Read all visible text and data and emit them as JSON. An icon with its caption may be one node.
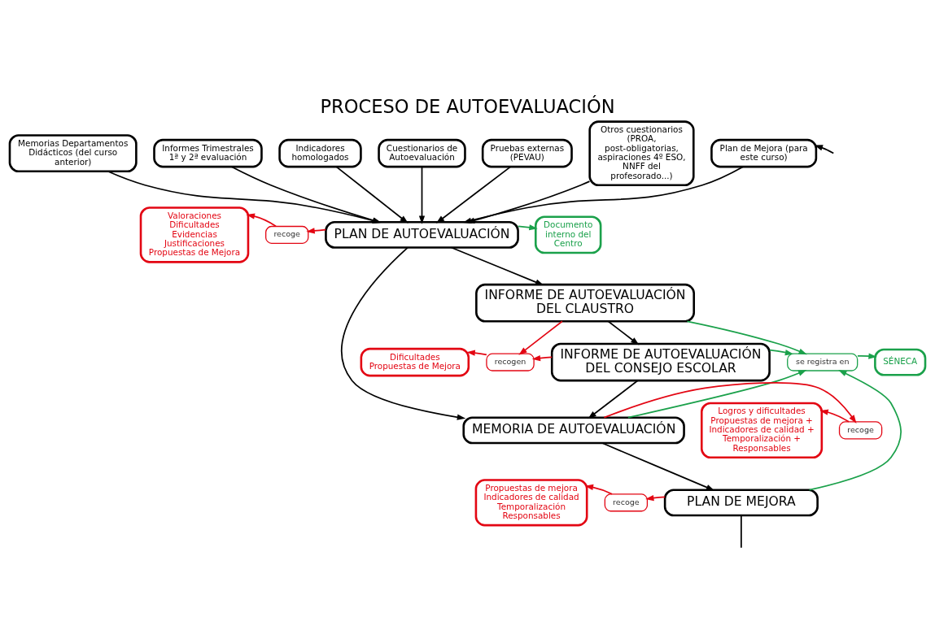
{
  "diagram": {
    "title": "PROCESO DE AUTOEVALUACIÓN",
    "nodes": [
      {
        "text": [
          "Memorias Departamentos Didácticos (del curso anterior)"
        ]
      },
      {
        "text": [
          "Informes Trimestrales 1ª y 2ª evaluación"
        ]
      },
      {
        "text": [
          "Indicadores homologados"
        ]
      },
      {
        "text": [
          "Cuestionarios de Autoevaluación"
        ]
      },
      {
        "text": [
          "Pruebas externas (PEVAU)"
        ]
      },
      {
        "text": [
          "Otros cuestionarios (PROA, post-obligatorias, aspiraciones 4º ESO, NNFF del profesorado...)"
        ]
      },
      {
        "text": [
          "Plan de Mejora (para este curso)"
        ]
      },
      {
        "text": [
          "PLAN DE AUTOEVALUACIÓN"
        ]
      },
      {
        "text": [
          "recoge"
        ]
      },
      {
        "text": [
          "Valoraciones",
          "Dificultades",
          "Evidencias",
          "Justificaciones",
          "Propuestas de Mejora"
        ]
      },
      {
        "text": [
          "Documento interno del Centro"
        ]
      },
      {
        "text": [
          "INFORME DE AUTOEVALUACIÓN DEL CLAUSTRO"
        ]
      },
      {
        "text": [
          "recogen"
        ]
      },
      {
        "text": [
          "Dificultades",
          "Propuestas de Mejora"
        ]
      },
      {
        "text": [
          "INFORME DE AUTOEVALUACIÓN DEL CONSEJO ESCOLAR"
        ]
      },
      {
        "text": [
          "se registra en"
        ]
      },
      {
        "text": [
          "SÉNECA"
        ]
      },
      {
        "text": [
          "MEMORIA DE AUTOEVALUACIÓN"
        ]
      },
      {
        "text": [
          "recoge"
        ]
      },
      {
        "text": [
          "Logros y dificultades",
          "Propuestas de mejora + Indicadores de calidad + Temporalización + Responsables"
        ]
      },
      {
        "text": [
          "PLAN DE MEJORA"
        ]
      },
      {
        "text": [
          "recoge"
        ]
      },
      {
        "text": [
          "Propuestas de mejora",
          "Indicadores de calidad",
          "Temporalización",
          "Responsables"
        ]
      }
    ],
    "edges": [
      {
        "from": 0,
        "to": 7,
        "arrow": "to"
      },
      {
        "from": 1,
        "to": 7,
        "arrow": "to"
      },
      {
        "from": 2,
        "to": 7,
        "arrow": "to"
      },
      {
        "from": 3,
        "to": 7,
        "arrow": "to"
      },
      {
        "from": 4,
        "to": 7,
        "arrow": "to"
      },
      {
        "from": 5,
        "to": 7,
        "arrow": "to"
      },
      {
        "from": 6,
        "to": 7,
        "arrow": "to"
      },
      {
        "from": null,
        "to": 6,
        "arrow": "to"
      },
      {
        "from": 7,
        "to": 8,
        "arrow": "to",
        "color": "#e30613"
      },
      {
        "from": 8,
        "to": 9,
        "arrow": "to",
        "color": "#e30613"
      },
      {
        "from": 7,
        "to": 10,
        "arrow": "to",
        "color": "#1ba14b"
      },
      {
        "from": 7,
        "to": 11,
        "arrow": "to"
      },
      {
        "from": 7,
        "to": 17,
        "arrow": "to"
      },
      {
        "from": 11,
        "to": 12,
        "arrow": "to",
        "color": "#e30613"
      },
      {
        "from": 14,
        "to": 12,
        "arrow": "to",
        "color": "#e30613"
      },
      {
        "from": 12,
        "to": 13,
        "arrow": "to",
        "color": "#e30613"
      },
      {
        "from": 11,
        "to": 14,
        "arrow": "to"
      },
      {
        "from": 11,
        "to": 15,
        "arrow": "to",
        "color": "#1ba14b"
      },
      {
        "from": 14,
        "to": 15,
        "arrow": "to",
        "color": "#1ba14b"
      },
      {
        "from": 17,
        "to": 15,
        "arrow": "to",
        "color": "#1ba14b"
      },
      {
        "from": 20,
        "to": 15,
        "arrow": "to",
        "color": "#1ba14b"
      },
      {
        "from": 15,
        "to": 16,
        "arrow": "to",
        "color": "#1ba14b"
      },
      {
        "from": 14,
        "to": 17,
        "arrow": "to"
      },
      {
        "from": 17,
        "to": 18,
        "arrow": "to",
        "color": "#e30613"
      },
      {
        "from": 18,
        "to": 19,
        "arrow": "to",
        "color": "#e30613"
      },
      {
        "from": 17,
        "to": 20,
        "arrow": "to"
      },
      {
        "from": 20,
        "to": 21,
        "arrow": "to",
        "color": "#e30613"
      },
      {
        "from": 21,
        "to": 22,
        "arrow": "to",
        "color": "#e30613"
      },
      {
        "from": 20,
        "to": null,
        "arrow": "none"
      }
    ]
  }
}
